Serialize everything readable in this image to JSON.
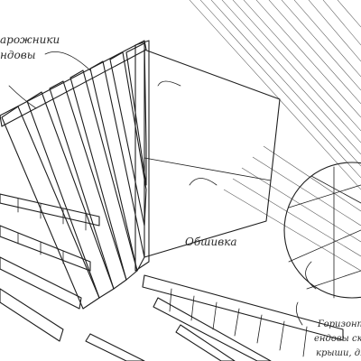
{
  "labels": {
    "top_left_line1": "арожники",
    "top_left_line2": "ндовы",
    "center": "Обшивка",
    "bottom_right_line1": "Горизонт",
    "bottom_right_line2": "ендовы ск",
    "bottom_right_line3": "крыши, дл"
  }
}
